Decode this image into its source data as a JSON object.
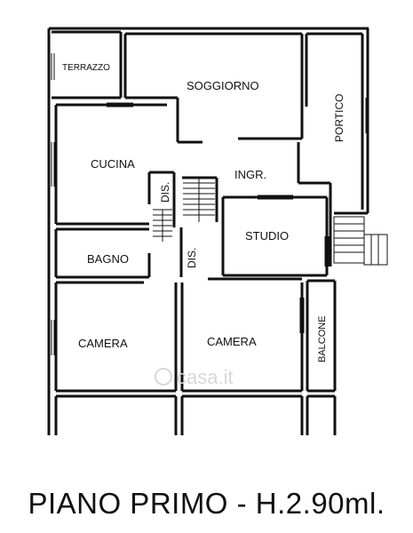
{
  "rooms": {
    "terrazzo": "TERRAZZO",
    "soggiorno": "SOGGIORNO",
    "portico": "PORTICO",
    "cucina": "CUCINA",
    "ingresso": "INGR.",
    "dis_upper": "DIS.",
    "studio": "STUDIO",
    "dis_lower": "DIS.",
    "bagno": "BAGNO",
    "camera_left": "CAMERA",
    "camera_right": "CAMERA",
    "balcone": "BALCONE"
  },
  "watermark": "casa.it",
  "caption": "PIANO PRIMO - H.2.90ml.",
  "colors": {
    "wall": "#111111",
    "background": "#ffffff",
    "watermark": "#d8d8d8"
  }
}
